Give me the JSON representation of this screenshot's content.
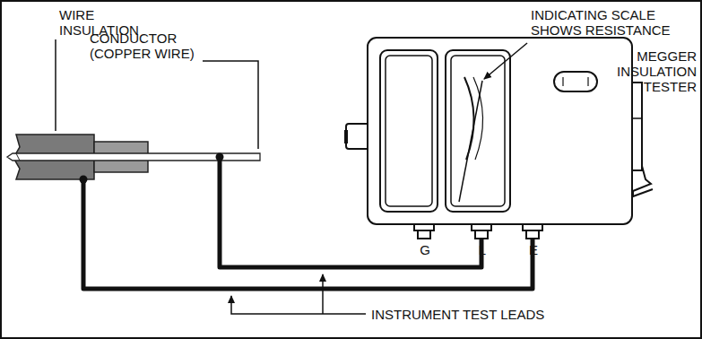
{
  "diagram": {
    "labels": [
      "WIRE INSULATION",
      "CONDUCTOR (COPPER WIRE)",
      "INDICATING SCALE SHOWS RESISTANCE",
      "MEGGER INSULATION TESTER",
      "G",
      "L",
      "E",
      "INSTRUMENT TEST LEADS"
    ]
  }
}
